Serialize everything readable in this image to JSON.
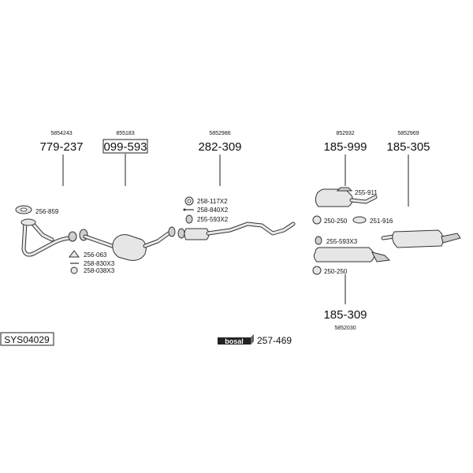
{
  "groups": [
    {
      "ref": "5854243",
      "number": "779-237",
      "boxed": false
    },
    {
      "ref": "855183",
      "number": "099-593",
      "boxed": true
    },
    {
      "ref": "5852986",
      "number": "282-309",
      "boxed": false
    },
    {
      "ref": "852932",
      "number": "185-999",
      "boxed": false
    },
    {
      "ref": "5852969",
      "number": "185-305",
      "boxed": false
    }
  ],
  "lower_group": {
    "number": "185-309",
    "ref": "5852030"
  },
  "accessories": {
    "a1": "256-859",
    "a2": "256-063",
    "a3": "258-830X3",
    "a4": "258-038X3",
    "a5": "258-117X2",
    "a6": "258-840X2",
    "a7": "255-593X2",
    "a8": "255-911",
    "a9": "250-250",
    "a10": "251-916",
    "a11": "255-593X3",
    "a12": "250-250"
  },
  "system_code": "SYS04029",
  "brand": {
    "logo": "bosal",
    "number": "257-469"
  }
}
